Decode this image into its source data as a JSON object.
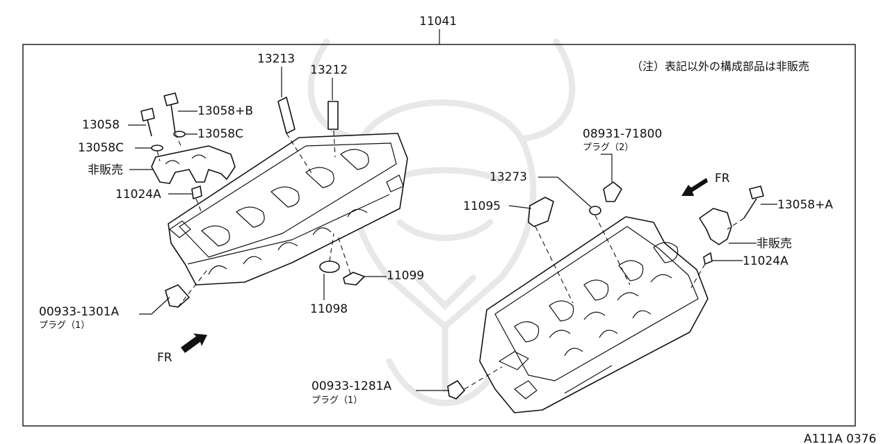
{
  "assembly": {
    "number": "11041",
    "note": "（注）表記以外の構成部品は非販売",
    "diagram_code": "A111A 0376"
  },
  "left_head": {
    "dowel_1": "13213",
    "dowel_2": "13212",
    "bolt_b": "13058+B",
    "washer_c_right": "13058C",
    "bolt": "13058",
    "washer_c_left": "13058C",
    "not_sold": "非販売",
    "pin": "11024A",
    "plug_number": "00933-1301A",
    "plug_name": "プラグ（1）",
    "front": "FR",
    "seal": "11098",
    "seal_washer": "11099"
  },
  "right_head": {
    "plug_2_number": "08931-71800",
    "plug_2_name": "プラグ（2）",
    "washer": "13273",
    "guide": "11095",
    "front": "FR",
    "bolt_a": "13058+A",
    "not_sold": "非販売",
    "pin": "11024A",
    "plug_number": "00933-1281A",
    "plug_name": "プラグ（1）"
  },
  "icons": {
    "front_arrow_left": "arrow-down-left-icon",
    "front_arrow_right": "arrow-up-right-icon"
  }
}
